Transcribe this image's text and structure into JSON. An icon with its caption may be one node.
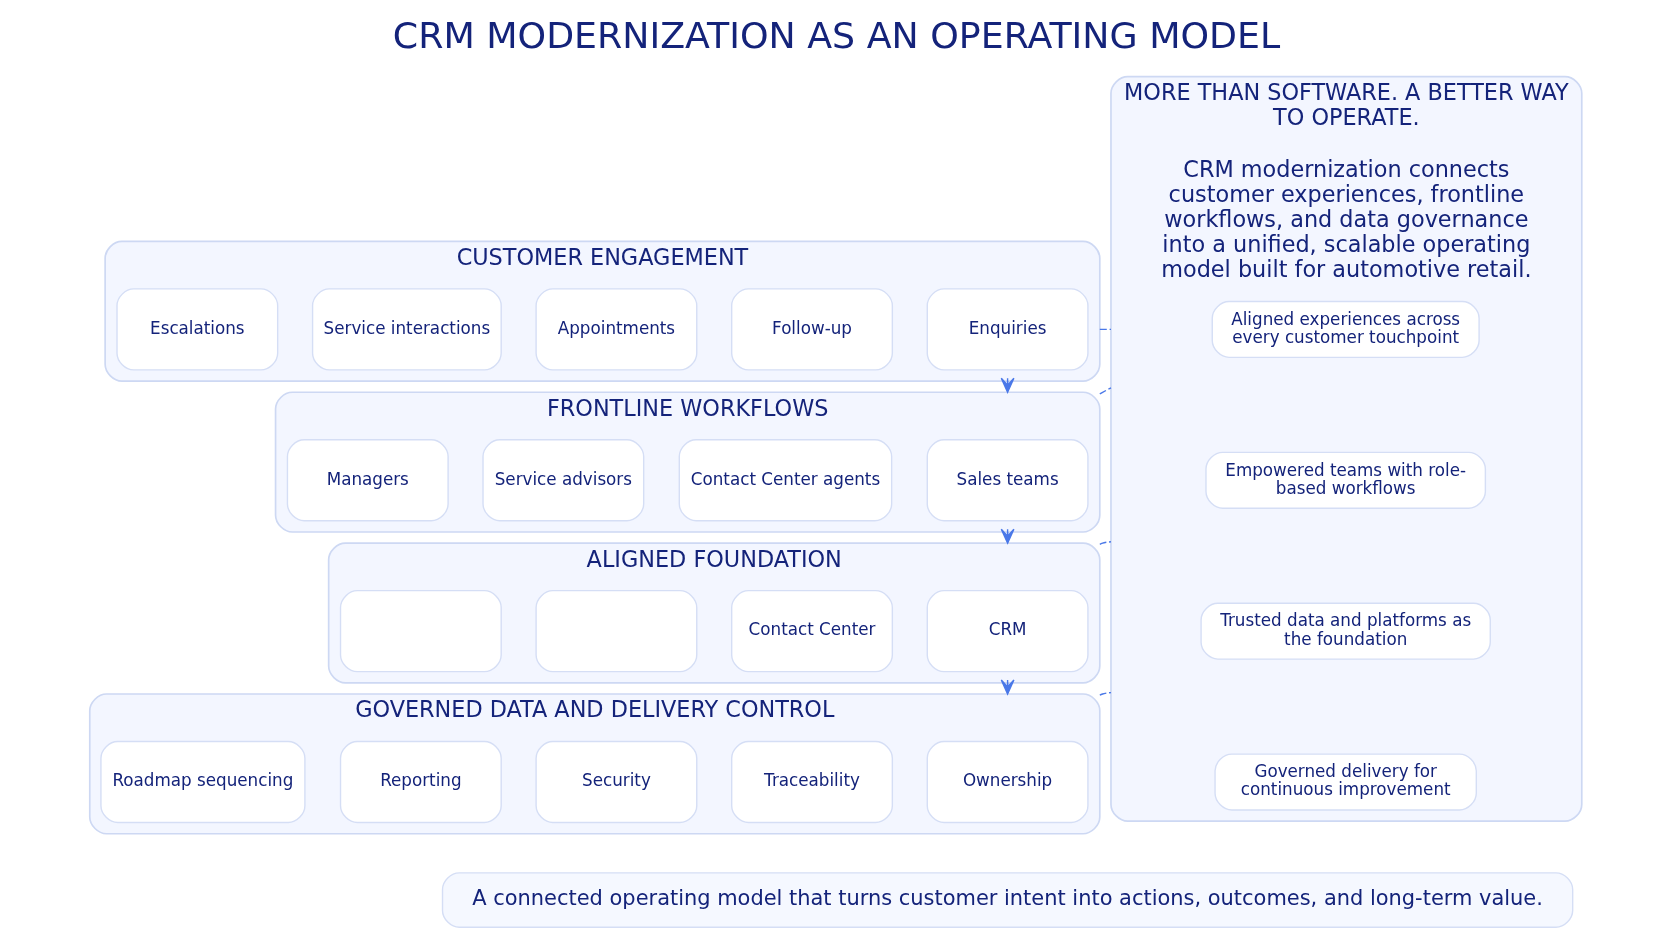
{
  "diagram": {
    "title": "CRM MODERNIZATION AS AN OPERATING MODEL",
    "nodes": [
      {
        "text": [
          "CUSTOMER ENGAGEMENT"
        ]
      },
      {
        "text": [
          "Enquiries"
        ],
        "in": 0
      },
      {
        "text": [
          "Follow-up"
        ],
        "in": 0
      },
      {
        "text": [
          "Appointments"
        ],
        "in": 0
      },
      {
        "text": [
          "Service interactions"
        ],
        "in": 0
      },
      {
        "text": [
          "Escalations"
        ],
        "in": 0
      },
      {
        "text": [
          "FRONTLINE WORKFLOWS"
        ]
      },
      {
        "text": [
          "Sales teams"
        ],
        "in": 6
      },
      {
        "text": [
          "Contact Center agents"
        ],
        "in": 6
      },
      {
        "text": [
          "Service advisors"
        ],
        "in": 6
      },
      {
        "text": [
          "Managers"
        ],
        "in": 6
      },
      {
        "text": [
          "ALIGNED FOUNDATION"
        ]
      },
      {
        "text": [
          "CRM"
        ],
        "in": 11
      },
      {
        "text": [
          "Contact Center"
        ],
        "in": 11
      },
      {
        "text": [],
        "shape": "box",
        "in": 11
      },
      {
        "text": [],
        "shape": "box",
        "in": 11
      },
      {
        "text": [
          "GOVERNED DATA AND DELIVERY CONTROL"
        ]
      },
      {
        "text": [
          "Ownership"
        ],
        "in": 16
      },
      {
        "text": [
          "Traceability"
        ],
        "in": 16
      },
      {
        "text": [
          "Security"
        ],
        "in": 16
      },
      {
        "text": [
          "Reporting"
        ],
        "in": 16
      },
      {
        "text": [
          "Roadmap sequencing"
        ],
        "in": 16
      },
      {
        "text": [
          "MORE THAN SOFTWARE. A BETTER WAY TO OPERATE.",
          "CRM modernization connects customer experiences, frontline workflows, and data governance into a unified, scalable operating model built for automotive retail."
        ]
      },
      {
        "text": [
          "Aligned experiences across every customer touchpoint"
        ],
        "in": 22
      },
      {
        "text": [
          "Empowered teams with role-based workflows"
        ],
        "in": 22
      },
      {
        "text": [
          "Trusted data and platforms as the foundation"
        ],
        "in": 22
      },
      {
        "text": [
          "Governed delivery for continuous improvement"
        ],
        "in": 22
      },
      {
        "text": [
          "A connected operating model that turns customer intent into actions, outcomes, and long-term value."
        ]
      }
    ],
    "edges": [
      {
        "from": 0,
        "to": 6,
        "arrow": "to"
      },
      {
        "from": 6,
        "to": 11,
        "arrow": "to"
      },
      {
        "from": 11,
        "to": 16,
        "arrow": "to"
      },
      {
        "from": 0,
        "to": 22,
        "arrow": "none",
        "style": "dashed"
      },
      {
        "from": 6,
        "to": 22,
        "arrow": "none",
        "style": "dashed"
      },
      {
        "from": 11,
        "to": 22,
        "arrow": "none",
        "style": "dashed"
      },
      {
        "from": 16,
        "to": 22,
        "arrow": "none",
        "style": "dashed"
      }
    ]
  }
}
